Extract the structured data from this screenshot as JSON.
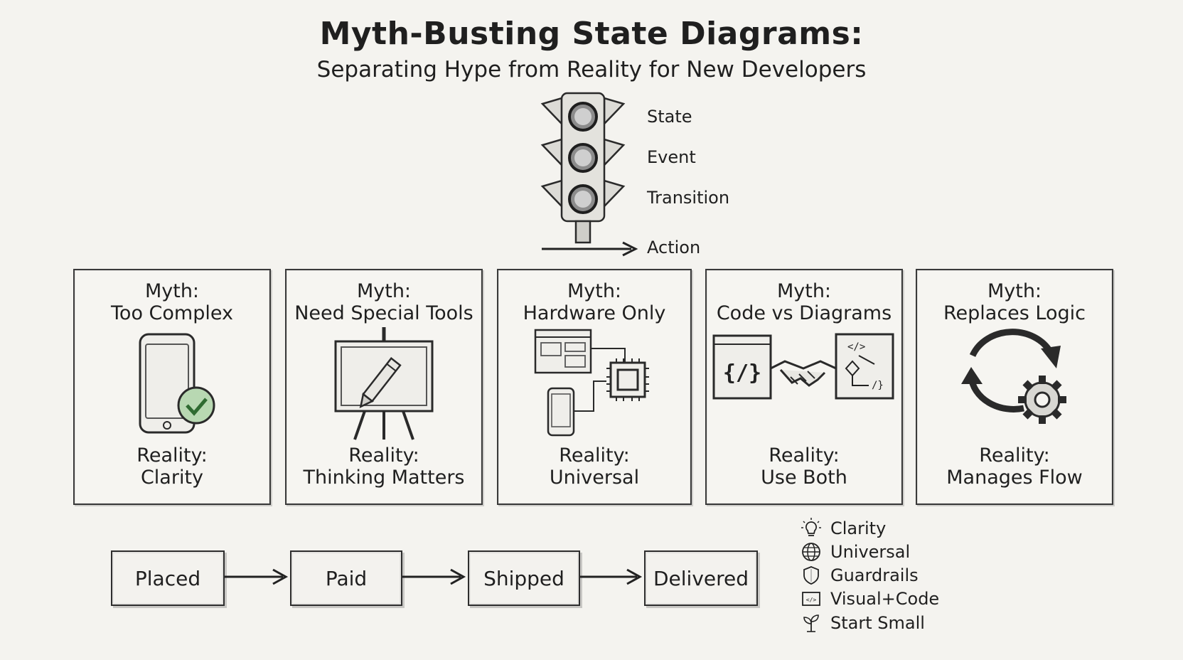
{
  "title": "Myth-Busting State Diagrams:",
  "subtitle": "Separating Hype from Reality for New Developers",
  "traffic_light": {
    "labels": [
      "State",
      "Event",
      "Transition",
      "Action"
    ]
  },
  "cards": [
    {
      "myth_label": "Myth:",
      "myth": "Too Complex",
      "reality_label": "Reality:",
      "reality": "Clarity",
      "icon": "phone-check-icon"
    },
    {
      "myth_label": "Myth:",
      "myth": "Need Special Tools",
      "reality_label": "Reality:",
      "reality": "Thinking Matters",
      "icon": "easel-pencil-icon"
    },
    {
      "myth_label": "Myth:",
      "myth": "Hardware Only",
      "reality_label": "Reality:",
      "reality": "Universal",
      "icon": "devices-chip-icon"
    },
    {
      "myth_label": "Myth:",
      "myth": "Code vs Diagrams",
      "reality_label": "Reality:",
      "reality": "Use Both",
      "icon": "handshake-icon"
    },
    {
      "myth_label": "Myth:",
      "myth": "Replaces Logic",
      "reality_label": "Reality:",
      "reality": "Manages Flow",
      "icon": "cycle-gear-icon"
    }
  ],
  "flow": {
    "states": [
      "Placed",
      "Paid",
      "Shipped",
      "Delivered"
    ]
  },
  "legend": [
    {
      "label": "Clarity",
      "icon": "lightbulb-icon"
    },
    {
      "label": "Universal",
      "icon": "globe-icon"
    },
    {
      "label": "Guardrails",
      "icon": "shield-icon"
    },
    {
      "label": "Visual+Code",
      "icon": "code-diagram-icon"
    },
    {
      "label": "Start Small",
      "icon": "sprout-icon"
    }
  ],
  "colors": {
    "ink": "#1f1f1f",
    "paper": "#f4f3ef",
    "check_green": "#7fb77e"
  }
}
